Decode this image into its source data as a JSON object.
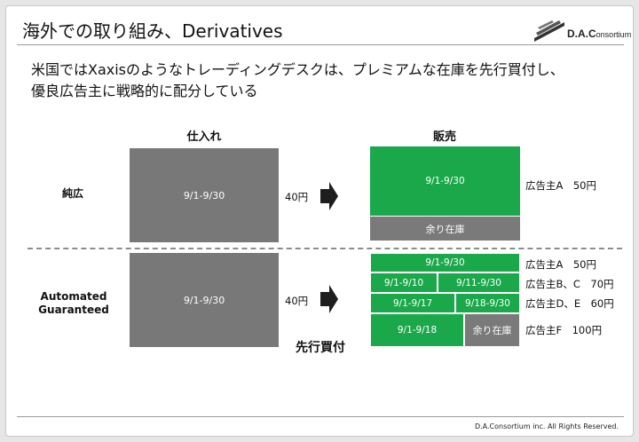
{
  "title": "海外での取り組み、Derivatives",
  "logo": {
    "brand_main": "D.A.C",
    "brand_sub": "onsortium"
  },
  "lead": {
    "line1": "米国ではXaxisのようなトレーディングデスクは、プレミアムな在庫を先行買付し、",
    "line2": "優良広告主に戦略的に配分している"
  },
  "headers": {
    "purchase": "仕入れ",
    "sales": "販売"
  },
  "rows": {
    "pure": {
      "label": "純広",
      "purchase_period": "9/1-9/30",
      "price": "40円",
      "sales_period": "9/1-9/30",
      "remaining": "余り在庫",
      "client": "広告主A　50円"
    },
    "ag": {
      "label_line1": "Automated",
      "label_line2": "Guaranteed",
      "purchase_period": "9/1-9/30",
      "price": "40円",
      "forward_buy": "先行買付",
      "cells": {
        "r1": "9/1-9/30",
        "r2a": "9/1-9/10",
        "r2b": "9/11-9/30",
        "r3a": "9/1-9/17",
        "r3b": "9/18-9/30",
        "r4a": "9/1-9/18",
        "r4b": "余り在庫"
      },
      "clients": {
        "c1": "広告主A　50円",
        "c2": "広告主B、C　70円",
        "c3": "広告主D、E　60円",
        "c4": "広告主F　100円"
      }
    }
  },
  "footer": "D.A.Consortium inc. All Rights Reserved.",
  "colors": {
    "green": "#1aa84a",
    "grey": "#787878"
  }
}
